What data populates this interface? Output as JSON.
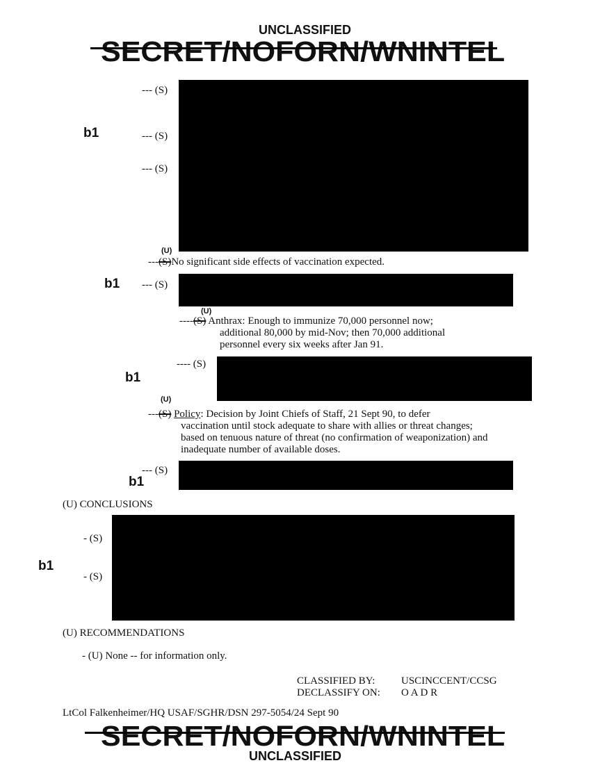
{
  "header": {
    "unclassified": "UNCLASSIFIED",
    "old_marking": "SECRET/NOFORN/WNINTEL"
  },
  "footer": {
    "unclassified": "UNCLASSIFIED",
    "old_marking": "SECRET/NOFORN/WNINTEL"
  },
  "exemption": "b1",
  "markers": {
    "dash_s3": "--- (S)",
    "dash_s4": "---- (S)",
    "dash3": "---",
    "dash4": "----",
    "s": "(S)",
    "u": "(U)",
    "dash_s1": "- (S)"
  },
  "items": {
    "side_effects": "No significant side effects of vaccination expected.",
    "anthrax": [
      "Anthrax:  Enough to immunize 70,000 personnel now;",
      "additional 80,000 by mid-Nov; then 70,000 additional",
      "personnel every six weeks after Jan 91."
    ],
    "policy_label": "Policy",
    "policy": [
      ":  Decision by Joint Chiefs of Staff, 21 Sept 90, to defer",
      "vaccination until stock adequate to share with allies or threat changes;",
      "based on tenuous nature of threat (no confirmation of weaponization) and",
      "inadequate number of available doses."
    ]
  },
  "sections": {
    "conclusions": "(U) CONCLUSIONS",
    "recommendations": "(U) RECOMMENDATIONS",
    "rec_item": "- (U) None -- for information only."
  },
  "classification": {
    "classified_by_label": "CLASSIFIED BY:",
    "classified_by": "USCINCCENT/CCSG",
    "declassify_label": "DECLASSIFY ON:",
    "declassify": "O A D R"
  },
  "author_line": "LtCol Falkenheimer/HQ USAF/SGHR/DSN 297-5054/24 Sept 90"
}
